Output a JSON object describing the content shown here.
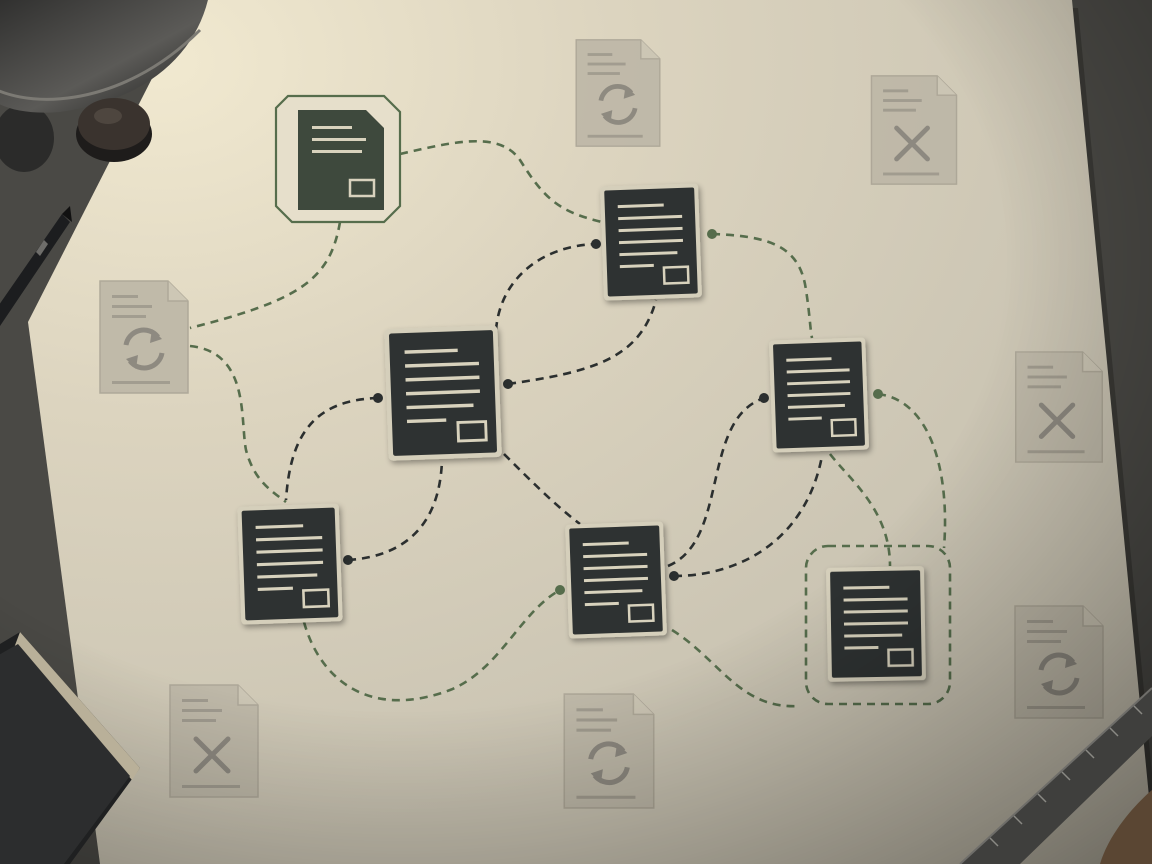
{
  "colors": {
    "desk": "#4a4945",
    "paper": "#d9d2bf",
    "paper_light": "#e8e2cd",
    "doc_dark": "#2e3231",
    "doc_lines": "#d8d2bd",
    "accent_green": "#566d4c",
    "link_dark": "#2b2f2f",
    "ghost_fill": "#bdb7a7",
    "ghost_icon": "#8d897e"
  },
  "nodes": [
    {
      "id": "doc-top-left-highlighted",
      "kind": "highlighted"
    },
    {
      "id": "doc-top-center",
      "kind": "active"
    },
    {
      "id": "doc-center-left",
      "kind": "active"
    },
    {
      "id": "doc-right",
      "kind": "active"
    },
    {
      "id": "doc-bottom-left",
      "kind": "active"
    },
    {
      "id": "doc-bottom-center",
      "kind": "active"
    },
    {
      "id": "doc-bottom-right-grouped",
      "kind": "grouped"
    }
  ],
  "ghost_documents": [
    {
      "id": "ghost-sync-top",
      "icon": "sync-icon"
    },
    {
      "id": "ghost-cancel-top-right",
      "icon": "cancel-icon"
    },
    {
      "id": "ghost-sync-left",
      "icon": "sync-icon"
    },
    {
      "id": "ghost-cancel-right",
      "icon": "cancel-icon"
    },
    {
      "id": "ghost-sync-bottom-right",
      "icon": "sync-icon"
    },
    {
      "id": "ghost-cancel-bottom-left",
      "icon": "cancel-icon"
    },
    {
      "id": "ghost-sync-bottom",
      "icon": "sync-icon"
    }
  ],
  "links": [
    {
      "from": "doc-top-left-highlighted",
      "to": "doc-top-center",
      "style": "green-dashed"
    },
    {
      "from": "doc-top-left-highlighted",
      "to": "ghost-sync-left",
      "style": "green-dashed"
    },
    {
      "from": "ghost-sync-left",
      "to": "doc-bottom-left",
      "style": "green-dashed"
    },
    {
      "from": "doc-top-center",
      "to": "doc-right",
      "style": "green-dashed"
    },
    {
      "from": "doc-top-center",
      "to": "doc-center-left",
      "style": "dark-dashed"
    },
    {
      "from": "doc-center-left",
      "to": "doc-top-center",
      "style": "dark-dashed"
    },
    {
      "from": "doc-center-left",
      "to": "doc-bottom-left",
      "style": "dark-dashed"
    },
    {
      "from": "doc-center-left",
      "to": "doc-bottom-center",
      "style": "dark-dashed"
    },
    {
      "from": "doc-bottom-left",
      "to": "doc-bottom-center",
      "style": "green-dashed"
    },
    {
      "from": "doc-bottom-center",
      "to": "doc-right",
      "style": "dark-dashed"
    },
    {
      "from": "doc-bottom-center",
      "to": "doc-right",
      "style": "dark-dashed"
    },
    {
      "from": "doc-right",
      "to": "doc-bottom-right-grouped",
      "style": "green-dashed"
    },
    {
      "from": "doc-bottom-center",
      "to": "doc-bottom-right-grouped",
      "style": "green-dashed"
    }
  ],
  "props": [
    "desk-lamp",
    "pen",
    "knob",
    "notebook",
    "ruler"
  ]
}
